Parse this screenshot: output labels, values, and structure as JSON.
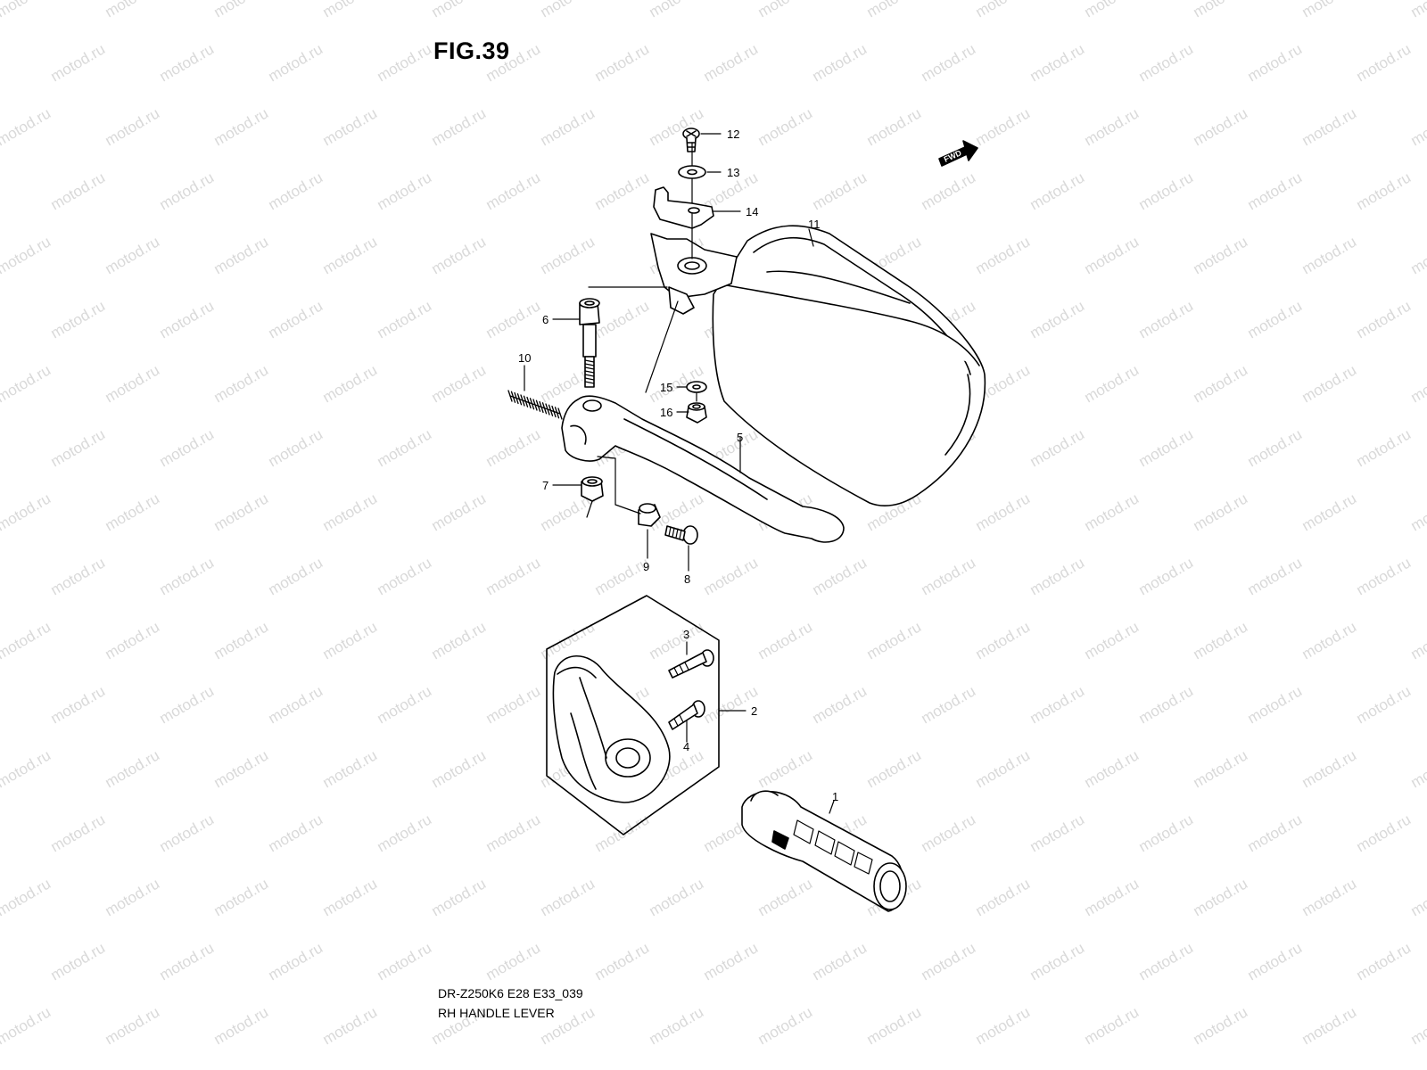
{
  "figure": {
    "title": "FIG.39",
    "model_code": "DR-Z250K6 E28 E33_039",
    "section_name": "RH HANDLE LEVER"
  },
  "watermark": {
    "text": "motod.ru",
    "color": "#d9d9d9"
  },
  "fwd_arrow": {
    "label": "FWD"
  },
  "callouts": [
    {
      "id": "callout-12",
      "label": "12"
    },
    {
      "id": "callout-13",
      "label": "13"
    },
    {
      "id": "callout-14",
      "label": "14"
    },
    {
      "id": "callout-11",
      "label": "11"
    },
    {
      "id": "callout-6",
      "label": "6"
    },
    {
      "id": "callout-10",
      "label": "10"
    },
    {
      "id": "callout-15",
      "label": "15"
    },
    {
      "id": "callout-16",
      "label": "16"
    },
    {
      "id": "callout-5",
      "label": "5"
    },
    {
      "id": "callout-7",
      "label": "7"
    },
    {
      "id": "callout-9",
      "label": "9"
    },
    {
      "id": "callout-8",
      "label": "8"
    },
    {
      "id": "callout-3",
      "label": "3"
    },
    {
      "id": "callout-2",
      "label": "2"
    },
    {
      "id": "callout-4",
      "label": "4"
    },
    {
      "id": "callout-1",
      "label": "1"
    }
  ]
}
